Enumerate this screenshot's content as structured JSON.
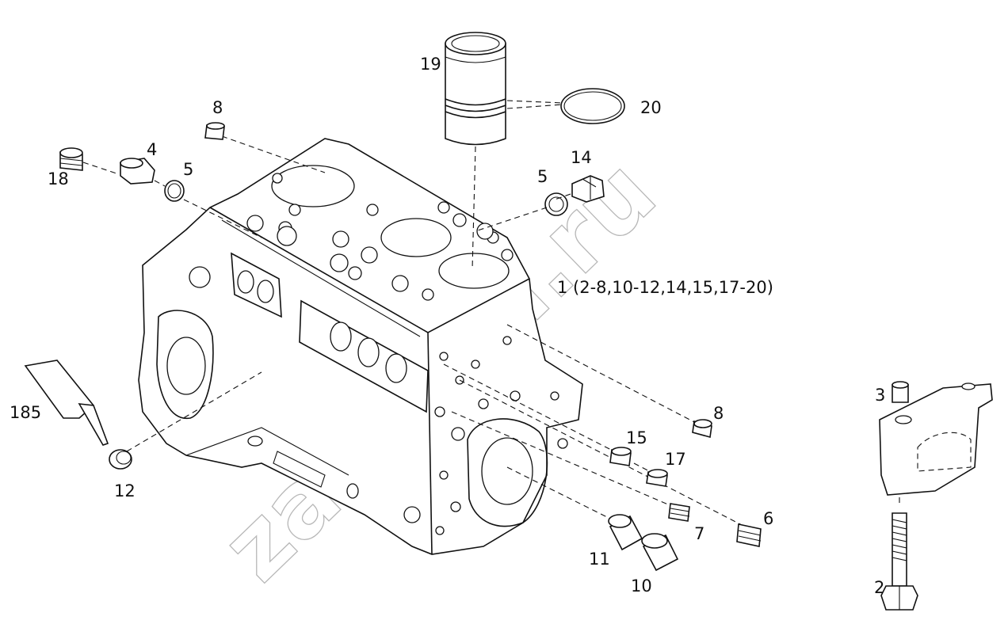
{
  "watermark": "zapkam.ru",
  "corner_mark": "",
  "labels": {
    "p1": "1  (2-8,10-12,14,15,17-20)",
    "p2": "2",
    "p3": "3",
    "p4": "4",
    "p5a": "5",
    "p5b": "5",
    "p6": "6",
    "p7": "7",
    "p8a": "8",
    "p8b": "8",
    "p10": "10",
    "p11": "11",
    "p12": "12",
    "p14": "14",
    "p15": "15",
    "p17": "17",
    "p18": "18",
    "p19": "19",
    "p20": "20",
    "p185": "185"
  }
}
